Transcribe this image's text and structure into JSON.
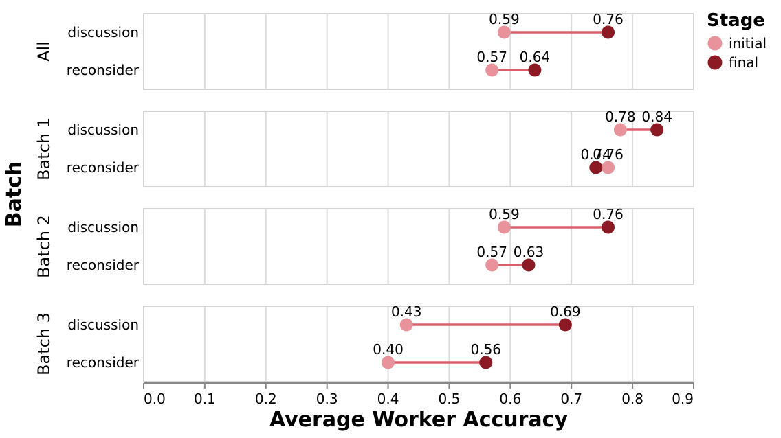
{
  "chart_data": {
    "type": "dumbbell",
    "xlabel": "Average Worker Accuracy",
    "ylabel": "Batch",
    "xlim": [
      0,
      0.9
    ],
    "xticks": [
      "0.0",
      "0.1",
      "0.2",
      "0.3",
      "0.4",
      "0.5",
      "0.6",
      "0.7",
      "0.8",
      "0.9"
    ],
    "grid": true,
    "legend": {
      "title": "Stage",
      "position": "top-right",
      "entries": [
        {
          "name": "initial",
          "color": "#e8939b"
        },
        {
          "name": "final",
          "color": "#8b1a24"
        }
      ]
    },
    "connector_color": "#d9606b",
    "facets": [
      {
        "label": "All",
        "rows": [
          {
            "category": "discussion",
            "initial": 0.59,
            "final": 0.76,
            "initial_label": "0.59",
            "final_label": "0.76"
          },
          {
            "category": "reconsider",
            "initial": 0.57,
            "final": 0.64,
            "initial_label": "0.57",
            "final_label": "0.64"
          }
        ]
      },
      {
        "label": "Batch 1",
        "rows": [
          {
            "category": "discussion",
            "initial": 0.78,
            "final": 0.84,
            "initial_label": "0.78",
            "final_label": "0.84"
          },
          {
            "category": "reconsider",
            "initial": 0.76,
            "final": 0.74,
            "initial_label": "0.76",
            "final_label": "0.74"
          }
        ]
      },
      {
        "label": "Batch 2",
        "rows": [
          {
            "category": "discussion",
            "initial": 0.59,
            "final": 0.76,
            "initial_label": "0.59",
            "final_label": "0.76"
          },
          {
            "category": "reconsider",
            "initial": 0.57,
            "final": 0.63,
            "initial_label": "0.57",
            "final_label": "0.63"
          }
        ]
      },
      {
        "label": "Batch 3",
        "rows": [
          {
            "category": "discussion",
            "initial": 0.43,
            "final": 0.69,
            "initial_label": "0.43",
            "final_label": "0.69"
          },
          {
            "category": "reconsider",
            "initial": 0.4,
            "final": 0.56,
            "initial_label": "0.40",
            "final_label": "0.56"
          }
        ]
      }
    ]
  }
}
